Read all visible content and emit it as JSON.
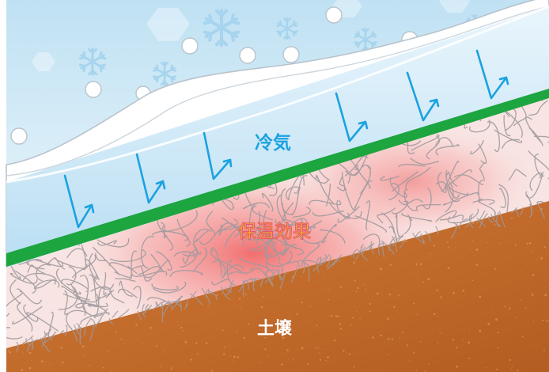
{
  "labels": {
    "cold_air": "冷気",
    "insulation": "保温効果",
    "soil": "土壌"
  },
  "colors": {
    "sky": "#d7ecf7",
    "snow": "#ffffff",
    "cold_air_band": "#c6e6f7",
    "cold_air_text": "#1ba2e0",
    "arrow": "#1ba2e0",
    "sheet": "#1da53f",
    "fiber": "#9e9a9e",
    "warm_glow": "#f27a7a",
    "insulation_text": "#f4e200",
    "soil": "#c46a2b",
    "soil_text": "#ffffff"
  },
  "icons": [
    "snowflake-icon",
    "snowball-icon",
    "up-arrow-icon"
  ]
}
